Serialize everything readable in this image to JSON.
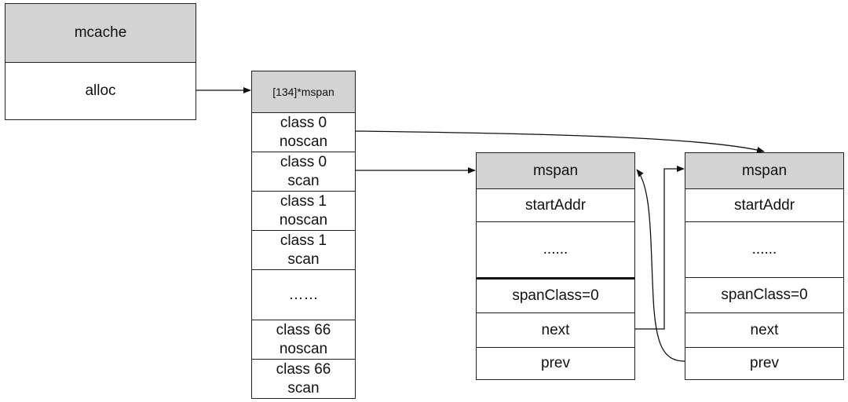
{
  "mcache": {
    "title": "mcache",
    "alloc": "alloc"
  },
  "alloc_array": {
    "header": "[134]*mspan",
    "rows": [
      "class 0\nnoscan",
      "class 0\nscan",
      "class 1\nnoscan",
      "class 1\nscan",
      "……",
      "class 66\nnoscan",
      "class 66\nscan"
    ]
  },
  "mspan_left": {
    "title": "mspan",
    "fields": [
      "startAddr",
      "......",
      "spanClass=0",
      "next",
      "prev"
    ]
  },
  "mspan_right": {
    "title": "mspan",
    "fields": [
      "startAddr",
      "......",
      "spanClass=0",
      "next",
      "prev"
    ]
  },
  "colors": {
    "header_fill": "#d3d3d3",
    "border": "#222222",
    "arrow": "#111111"
  }
}
